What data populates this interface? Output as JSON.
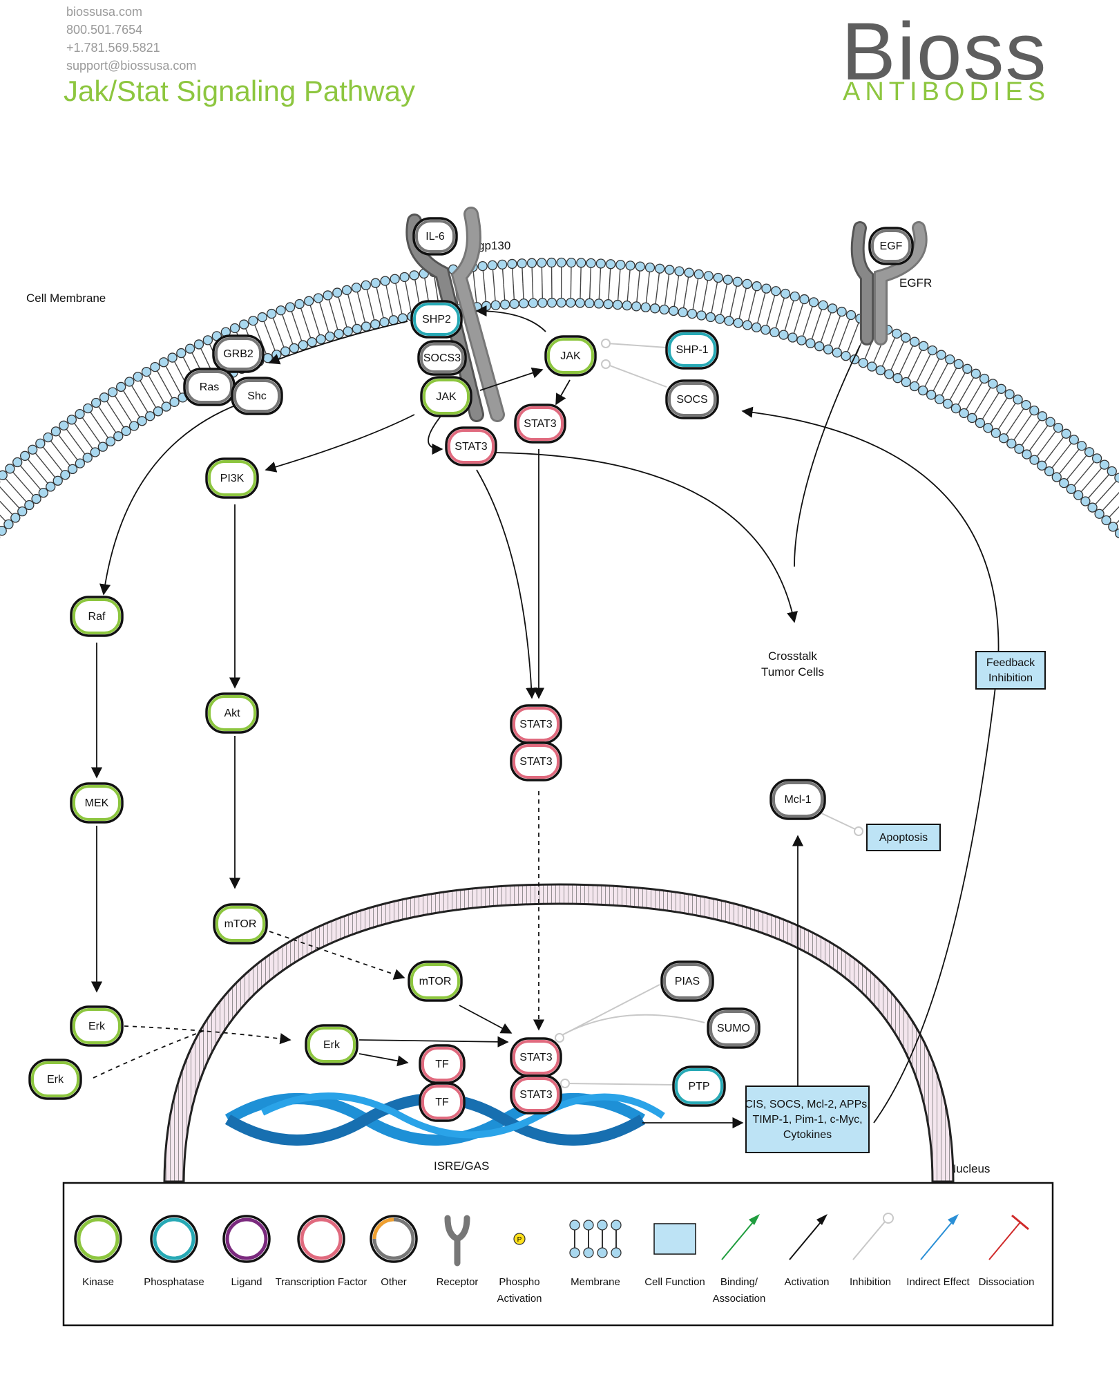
{
  "header": {
    "website": "biossusa.com",
    "phone1": "800.501.7654",
    "phone2": "+1.781.569.5821",
    "email": "support@biossusa.com",
    "title": "Jak/Stat Signaling Pathway",
    "logo_main": "Bioss",
    "logo_sub": "ANTIBODIES"
  },
  "colors": {
    "kinase": "#8dc63f",
    "phosphatase": "#27a9b5",
    "ligand": "#7b2a7e",
    "transcription_factor": "#e06a7e",
    "other": "#777777",
    "cell_function": "#bde3f5",
    "dna": "#1e90d6"
  },
  "labels": {
    "cell_membrane": "Cell Membrane",
    "gp130": "gp130",
    "egfr": "EGFR",
    "crosstalk": "Crosstalk",
    "tumor_cells": "Tumor Cells",
    "nucleus": "Nucleus",
    "isre_gas": "ISRE/GAS"
  },
  "nodes": {
    "il6": "IL-6",
    "egf": "EGF",
    "shp2": "SHP2",
    "socs3": "SOCS3",
    "jak_left": "JAK",
    "jak_right": "JAK",
    "shp1": "SHP-1",
    "socs": "SOCS",
    "grb2": "GRB2",
    "ras": "Ras",
    "shc": "Shc",
    "stat3_a": "STAT3",
    "stat3_b": "STAT3",
    "pi3k": "PI3K",
    "raf": "Raf",
    "akt": "Akt",
    "mek": "MEK",
    "stat3_dimer_top": "STAT3",
    "stat3_dimer_bottom": "STAT3",
    "mcl1": "Mcl-1",
    "mtor_out": "mTOR",
    "mtor_in": "mTOR",
    "erk1": "Erk",
    "erk2": "Erk",
    "erk_in": "Erk",
    "pias": "PIAS",
    "sumo": "SUMO",
    "tf1": "TF",
    "tf2": "TF",
    "stat3_nuc_top": "STAT3",
    "stat3_nuc_bottom": "STAT3",
    "ptp": "PTP"
  },
  "boxes": {
    "feedback": [
      "Feedback",
      "Inhibition"
    ],
    "apoptosis": [
      "Apoptosis"
    ],
    "genes": [
      "CIS, SOCS, Mcl-2, APPs,",
      "TIMP-1, Pim-1, c-Myc,",
      "Cytokines"
    ]
  },
  "legend": [
    {
      "id": "kinase",
      "label": "Kinase"
    },
    {
      "id": "phosphatase",
      "label": "Phosphatase"
    },
    {
      "id": "ligand",
      "label": "Ligand"
    },
    {
      "id": "tf",
      "label": "Transcription Factor"
    },
    {
      "id": "other",
      "label": "Other"
    },
    {
      "id": "receptor",
      "label": "Receptor"
    },
    {
      "id": "phospho",
      "label": [
        "Phospho",
        "Activation"
      ],
      "symbol": "P"
    },
    {
      "id": "membrane",
      "label": "Membrane"
    },
    {
      "id": "cellfn",
      "label": "Cell Function"
    },
    {
      "id": "binding",
      "label": [
        "Binding/",
        "Association"
      ]
    },
    {
      "id": "activation",
      "label": "Activation"
    },
    {
      "id": "inhibition",
      "label": "Inhibition"
    },
    {
      "id": "indirect",
      "label": "Indirect Effect"
    },
    {
      "id": "dissociation",
      "label": "Dissociation"
    }
  ]
}
